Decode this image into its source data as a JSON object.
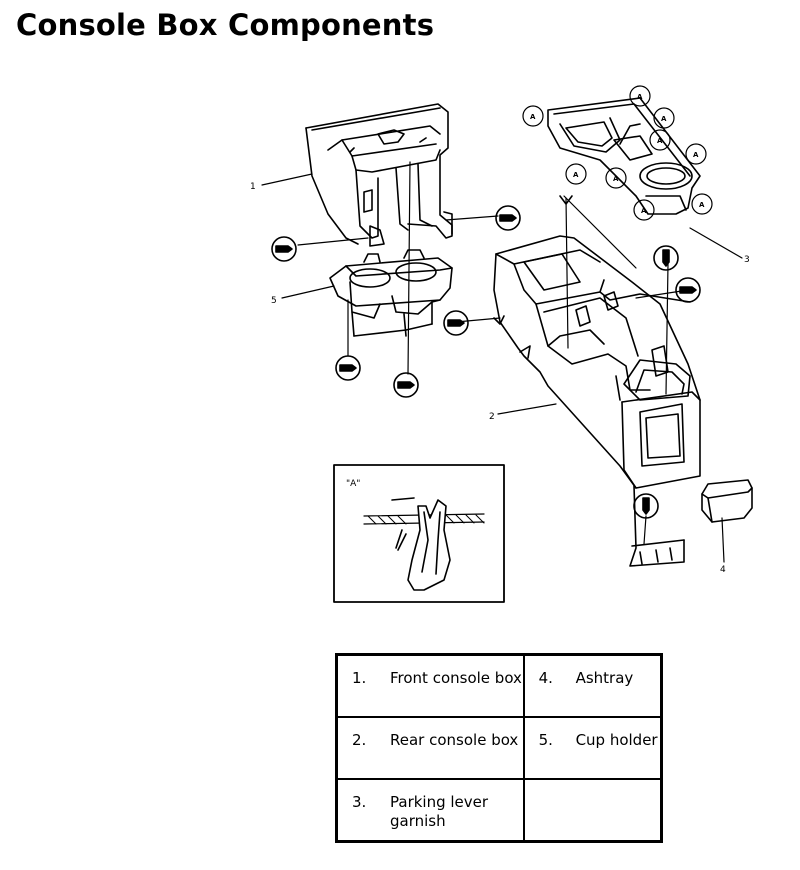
{
  "page": {
    "title": "Console Box Components"
  },
  "diagram": {
    "callouts": [
      "1",
      "2",
      "3",
      "4",
      "5"
    ],
    "clip_marker": "A",
    "detail_label": "\"A\""
  },
  "legend": {
    "rows": [
      [
        {
          "num": "1.",
          "text": "Front console box"
        },
        {
          "num": "4.",
          "text": "Ashtray"
        }
      ],
      [
        {
          "num": "2.",
          "text": "Rear console box"
        },
        {
          "num": "5.",
          "text": "Cup holder"
        }
      ],
      [
        {
          "num": "3.",
          "text": "Parking lever garnish"
        },
        {
          "num": "",
          "text": ""
        }
      ]
    ]
  }
}
